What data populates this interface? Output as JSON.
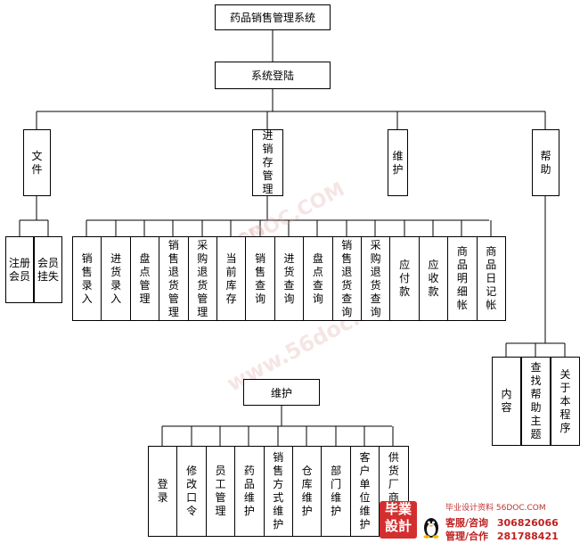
{
  "title": "药品销售管理系统",
  "login": "系统登陆",
  "menus": {
    "file": "文件",
    "inventory": "进销存管理",
    "maintain": "维护",
    "help": "帮助"
  },
  "file_items": [
    "注册会员",
    "会员挂失"
  ],
  "inventory_items": [
    "销售录入",
    "进货录入",
    "盘点管理",
    "销售退货管理",
    "采购退货管理",
    "当前库存",
    "销售查询",
    "进货查询",
    "盘点查询",
    "销售退货查询",
    "采购退货查询",
    "应付款",
    "应收款",
    "商品明细帐",
    "商品日记帐"
  ],
  "help_items": [
    "内容",
    "查找帮助主题",
    "关于本程序"
  ],
  "maintain2": {
    "title": "维护",
    "items": [
      "登录",
      "修改口令",
      "员工管理",
      "药品维护",
      "销售方式维护",
      "仓库维护",
      "部门维护",
      "客户单位维护",
      "供货厂商维护"
    ]
  },
  "watermark": {
    "domain1": "56DOC.COM",
    "domain2": "56DOC.COM",
    "domain3": "www.56doc.com"
  },
  "promo": {
    "logo_line1": "毕業",
    "logo_line2": "設計",
    "tagline": "毕业设计资料 56DOC.COM",
    "service_label": "客服/咨询",
    "service_number": "306826066",
    "manage_label": "管理/合作",
    "manage_number": "281788421"
  },
  "colors": {
    "line": "#000000",
    "box_border": "#000000",
    "watermark": "#dca0a0",
    "promo_red": "#c02020"
  }
}
